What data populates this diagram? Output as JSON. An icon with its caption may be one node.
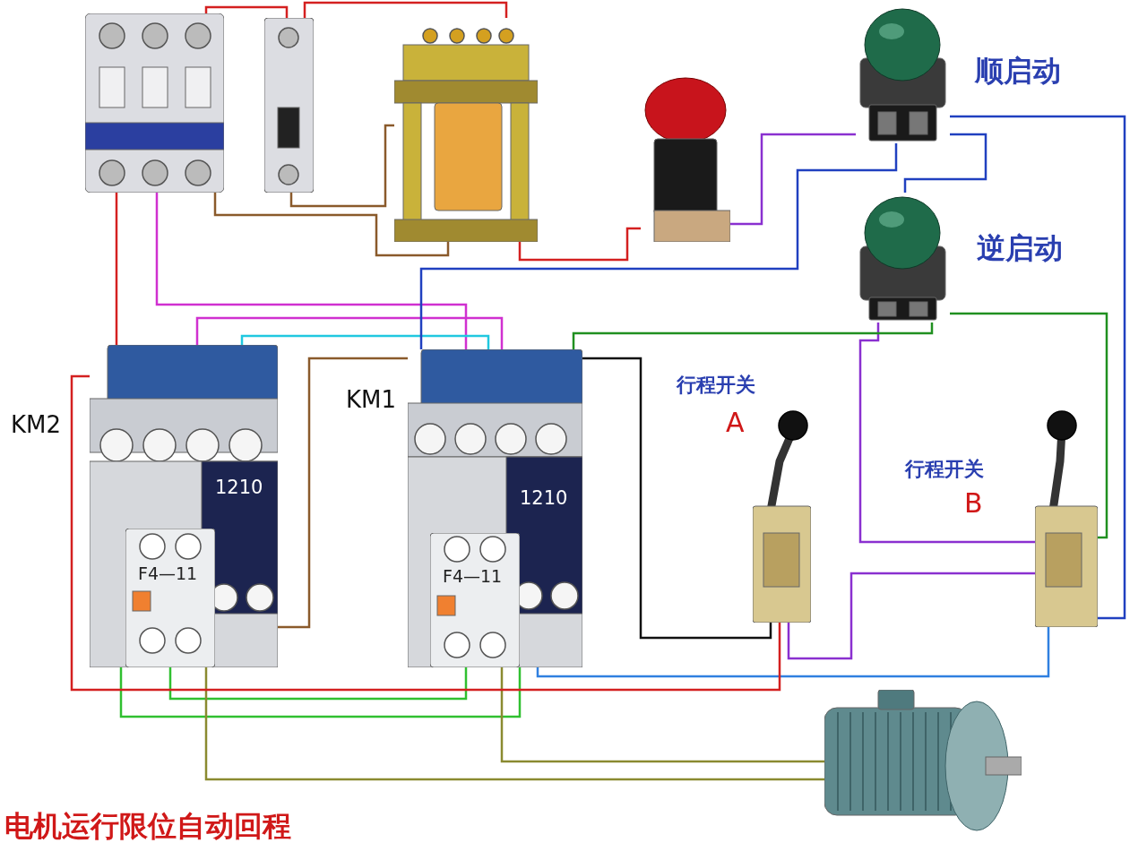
{
  "diagram": {
    "caption": "电机运行限位自动回程",
    "nodes": [
      {
        "text": [],
        "shape": "picture"
      },
      {
        "text": [],
        "shape": "picture"
      },
      {
        "text": [],
        "shape": "picture"
      },
      {
        "text": [],
        "shape": "picture"
      },
      {
        "text": [],
        "shape": "picture",
        "beside": [
          "顺启动"
        ]
      },
      {
        "text": [],
        "shape": "picture",
        "beside": [
          "逆启动"
        ]
      },
      {
        "text": [
          "1210"
        ],
        "beside": [
          "KM2"
        ]
      },
      {
        "text": [
          "1210"
        ],
        "beside": [
          "KM1"
        ]
      },
      {
        "text": [
          "F4—11"
        ],
        "in": 6
      },
      {
        "text": [
          "F4—11"
        ],
        "in": 7
      },
      {
        "text": [],
        "shape": "picture",
        "beside": [
          "行程开关",
          "A"
        ]
      },
      {
        "text": [],
        "shape": "picture",
        "beside": [
          "行程开关",
          "B"
        ]
      },
      {
        "text": [],
        "shape": "picture"
      }
    ],
    "edges": [
      {
        "from": 0,
        "to": 1,
        "arrow": "none",
        "color": "#d42020"
      },
      {
        "from": 1,
        "to": 2,
        "arrow": "none",
        "color": "#d42020"
      },
      {
        "from": 0,
        "to": 2,
        "arrow": "none",
        "color": "#8a5a2b"
      },
      {
        "from": 1,
        "to": 2,
        "arrow": "none",
        "color": "#8a5a2b"
      },
      {
        "from": 0,
        "to": 6,
        "arrow": "none",
        "color": "#d42020"
      },
      {
        "from": 0,
        "to": 7,
        "arrow": "none",
        "color": "#d030d0"
      },
      {
        "from": 6,
        "to": 7,
        "arrow": "none",
        "color": "#d030d0"
      },
      {
        "from": 6,
        "to": 7,
        "arrow": "none",
        "color": "#20c8e0"
      },
      {
        "from": 2,
        "to": 3,
        "arrow": "none",
        "color": "#d42020"
      },
      {
        "from": 3,
        "to": 4,
        "arrow": "none",
        "color": "#8a30d0"
      },
      {
        "from": 4,
        "to": 5,
        "arrow": "none",
        "color": "#2040c0"
      },
      {
        "from": 5,
        "to": 11,
        "arrow": "none",
        "color": "#8a30d0"
      },
      {
        "from": 7,
        "to": 5,
        "arrow": "none",
        "color": "#209020"
      },
      {
        "from": 7,
        "to": 10,
        "arrow": "none",
        "color": "#101010"
      },
      {
        "from": 7,
        "to": 11,
        "arrow": "none",
        "color": "#3080e0"
      },
      {
        "from": 6,
        "to": 7,
        "arrow": "none",
        "color": "#30c030"
      },
      {
        "from": 8,
        "to": 9,
        "arrow": "none",
        "color": "#30c030"
      },
      {
        "from": 9,
        "to": 12,
        "arrow": "none",
        "color": "#8a8a30"
      },
      {
        "from": 8,
        "to": 12,
        "arrow": "none",
        "color": "#8a8a30"
      },
      {
        "from": 6,
        "to": 7,
        "arrow": "none",
        "color": "#8a5a2b"
      },
      {
        "from": 7,
        "to": 4,
        "arrow": "none",
        "color": "#2040c0"
      },
      {
        "from": 6,
        "to": 10,
        "arrow": "none",
        "color": "#d42020"
      },
      {
        "from": 10,
        "to": 11,
        "arrow": "none",
        "color": "#8a30d0"
      },
      {
        "from": 11,
        "to": 4,
        "arrow": "none",
        "color": "#2040c0"
      },
      {
        "from": 5,
        "to": 11,
        "arrow": "none",
        "color": "#209020"
      }
    ]
  }
}
